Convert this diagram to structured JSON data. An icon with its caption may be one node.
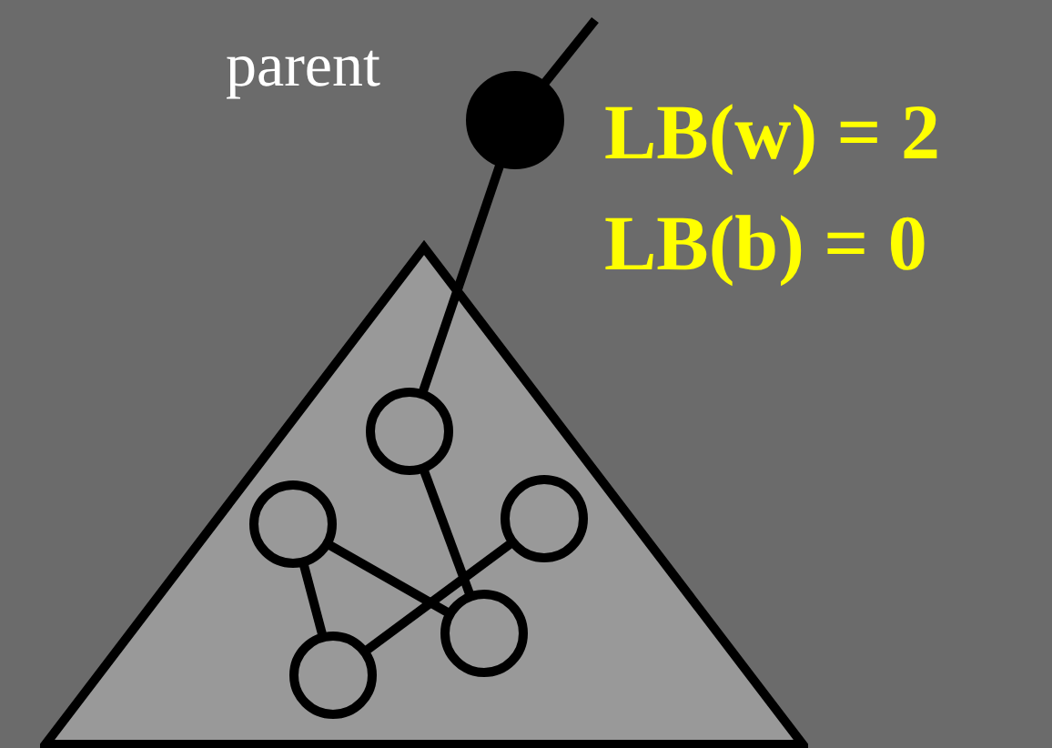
{
  "diagram": {
    "nodes": [
      {
        "text": [],
        "shape": "circle",
        "beside": [
          "parent"
        ]
      },
      {
        "text": [],
        "shape": "triangle"
      },
      {
        "text": [],
        "shape": "circle",
        "in": 1
      },
      {
        "text": [],
        "shape": "circle",
        "in": 1
      },
      {
        "text": [],
        "shape": "circle",
        "in": 1
      },
      {
        "text": [],
        "shape": "circle",
        "in": 1
      },
      {
        "text": [],
        "shape": "circle",
        "in": 1
      }
    ],
    "edges": [
      {
        "from": 0,
        "to": null,
        "arrow": "none"
      },
      {
        "from": 0,
        "to": 2,
        "arrow": "none"
      },
      {
        "from": 2,
        "to": 5,
        "arrow": "none"
      },
      {
        "from": 3,
        "to": 5,
        "arrow": "none"
      },
      {
        "from": 3,
        "to": 6,
        "arrow": "none"
      },
      {
        "from": 6,
        "to": 4,
        "arrow": "none"
      }
    ],
    "labels": [
      "LB(w) = 2",
      "LB(b) = 0"
    ]
  }
}
